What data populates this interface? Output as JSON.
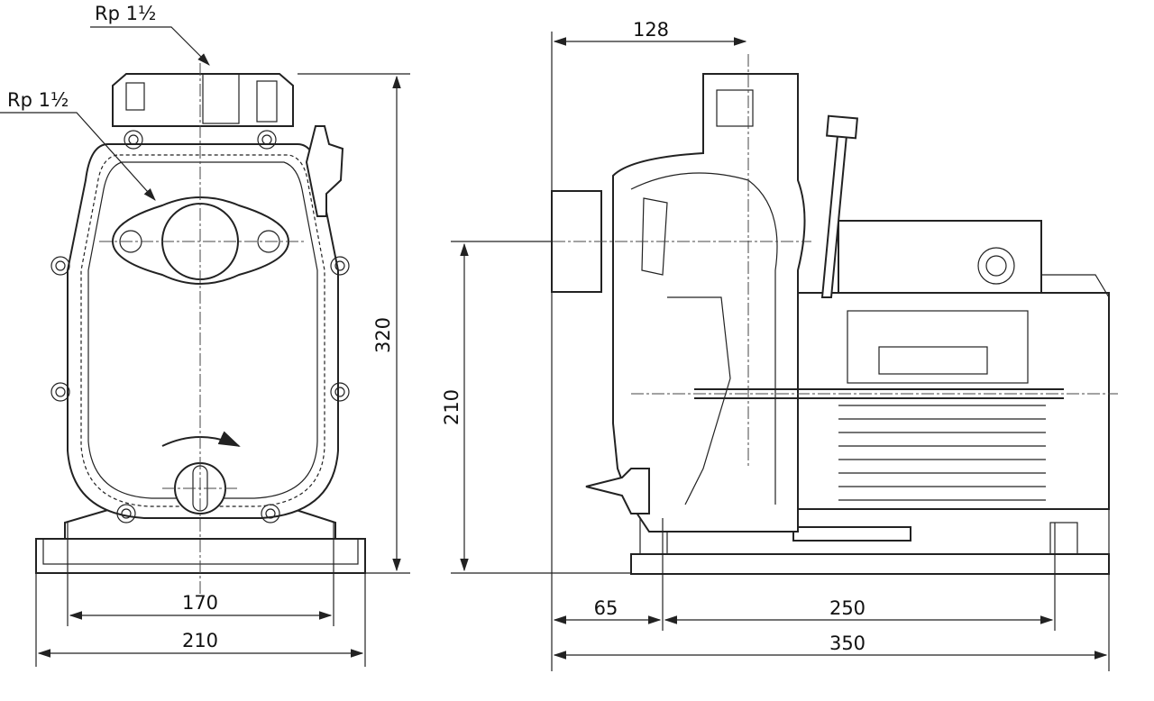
{
  "front_view": {
    "outlet_label": "Rp 1½",
    "inlet_label": "Rp 1½",
    "height_dim": "320",
    "foot_spacing_dim": "170",
    "base_width_dim": "210"
  },
  "side_view": {
    "outlet_offset_dim": "128",
    "inlet_height_dim": "210",
    "front_offset_dim": "65",
    "foot_spacing_dim": "250",
    "overall_length_dim": "350"
  }
}
